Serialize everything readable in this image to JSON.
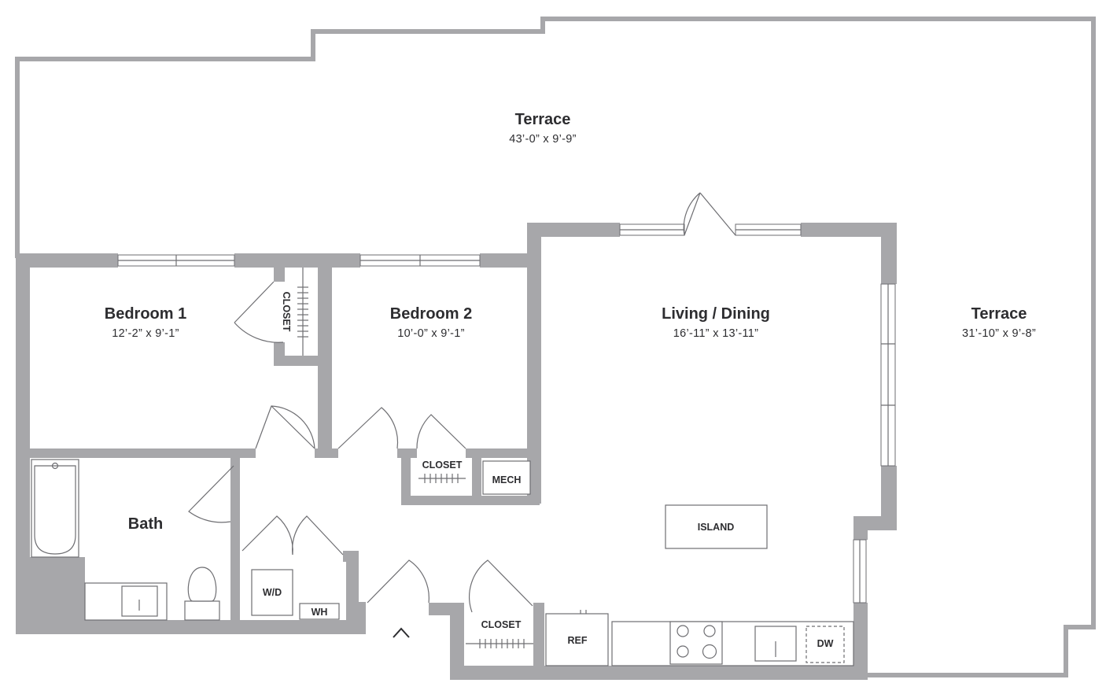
{
  "rooms": {
    "terrace_top": {
      "name": "Terrace",
      "dims": "43’-0” x 9’-9”"
    },
    "terrace_right": {
      "name": "Terrace",
      "dims": "31’-10” x 9’-8”"
    },
    "bedroom1": {
      "name": "Bedroom 1",
      "dims": "12’-2” x 9’-1”"
    },
    "bedroom2": {
      "name": "Bedroom 2",
      "dims": "10’-0” x 9’-1”"
    },
    "living": {
      "name": "Living / Dining",
      "dims": "16’-11” x 13’-11”"
    },
    "bath": {
      "name": "Bath"
    }
  },
  "fixtures": {
    "closet_bed1": "CLOSET",
    "closet_bed2": "CLOSET",
    "closet_entry": "CLOSET",
    "mech": "MECH",
    "island": "ISLAND",
    "washer_dryer": "W/D",
    "water_heater": "WH",
    "fridge": "REF",
    "dishwasher": "DW"
  },
  "colors": {
    "wall": "#a7a7aa",
    "line": "#6e6e72",
    "text": "#2d2d30",
    "background": "#ffffff"
  }
}
